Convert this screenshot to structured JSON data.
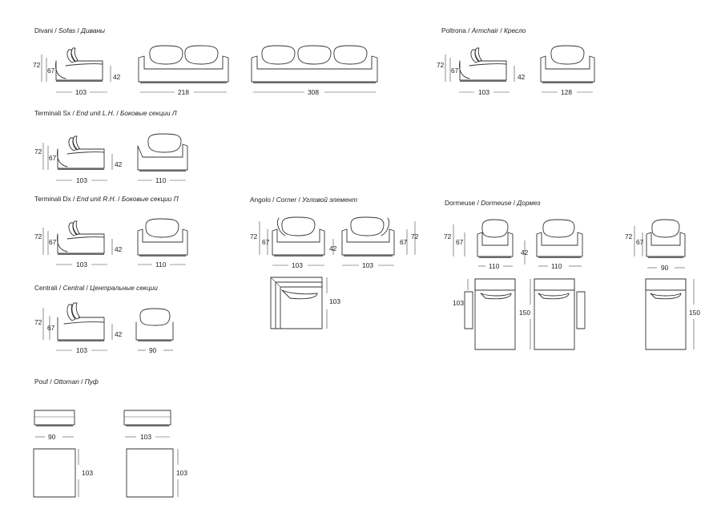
{
  "sections": {
    "sofas": {
      "it": "Divani",
      "en": "Sofas",
      "ru": "Диваны"
    },
    "armchair": {
      "it": "Poltrona",
      "en": "Armchair",
      "ru": "Кресло"
    },
    "end_lh": {
      "it": "Terminali Sx",
      "en": "End unit L.H.",
      "ru": "Боковые секции Л"
    },
    "end_rh": {
      "it": "Terminali Dx",
      "en": "End unit R.H.",
      "ru": "Боковые секции П"
    },
    "corner": {
      "it": "Angolo",
      "en": "Corner",
      "ru": "Угловой элемент"
    },
    "dormeuse": {
      "it": "Dormeuse",
      "en": "Dormeuse",
      "ru": "Дормез"
    },
    "central": {
      "it": "Centrali",
      "en": "Central",
      "ru": "Центральные секции"
    },
    "ottoman": {
      "it": "Pouf",
      "en": "Ottoman",
      "ru": "Пуф"
    }
  },
  "dims": {
    "sofa_height": "72",
    "sofa_arm_height": "67",
    "sofa_seat_height": "42",
    "sofa_depth": "103",
    "sofa_218": "218",
    "sofa_308": "308",
    "arm_height": "72",
    "arm_arm_height": "67",
    "arm_seat_height": "42",
    "arm_depth": "103",
    "arm_width": "128",
    "lh_height": "72",
    "lh_arm_height": "67",
    "lh_seat_height": "42",
    "lh_depth": "103",
    "lh_width": "110",
    "rh_height": "72",
    "rh_arm_height": "67",
    "rh_seat_height": "42",
    "rh_depth": "103",
    "rh_width": "110",
    "corner_h_left": "72",
    "corner_arm_left": "67",
    "corner_seat": "42",
    "corner_arm_right": "67",
    "corner_h_right": "72",
    "corner_w1": "103",
    "corner_w2": "103",
    "corner_plan": "103",
    "dorm_height": "72",
    "dorm_arm_height": "67",
    "dorm_seat_height": "42",
    "dorm_w1": "110",
    "dorm_w2": "110",
    "dorm_plan_depth": "103",
    "dorm_len1": "150",
    "dorm3_height": "72",
    "dorm3_arm": "67",
    "dorm3_w": "90",
    "dorm_len2": "150",
    "cen_height": "72",
    "cen_arm_height": "67",
    "cen_seat_height": "42",
    "cen_depth": "103",
    "cen_width": "90",
    "pouf_w1": "90",
    "pouf_w2": "103",
    "pouf_d1": "103",
    "pouf_d2": "103"
  }
}
